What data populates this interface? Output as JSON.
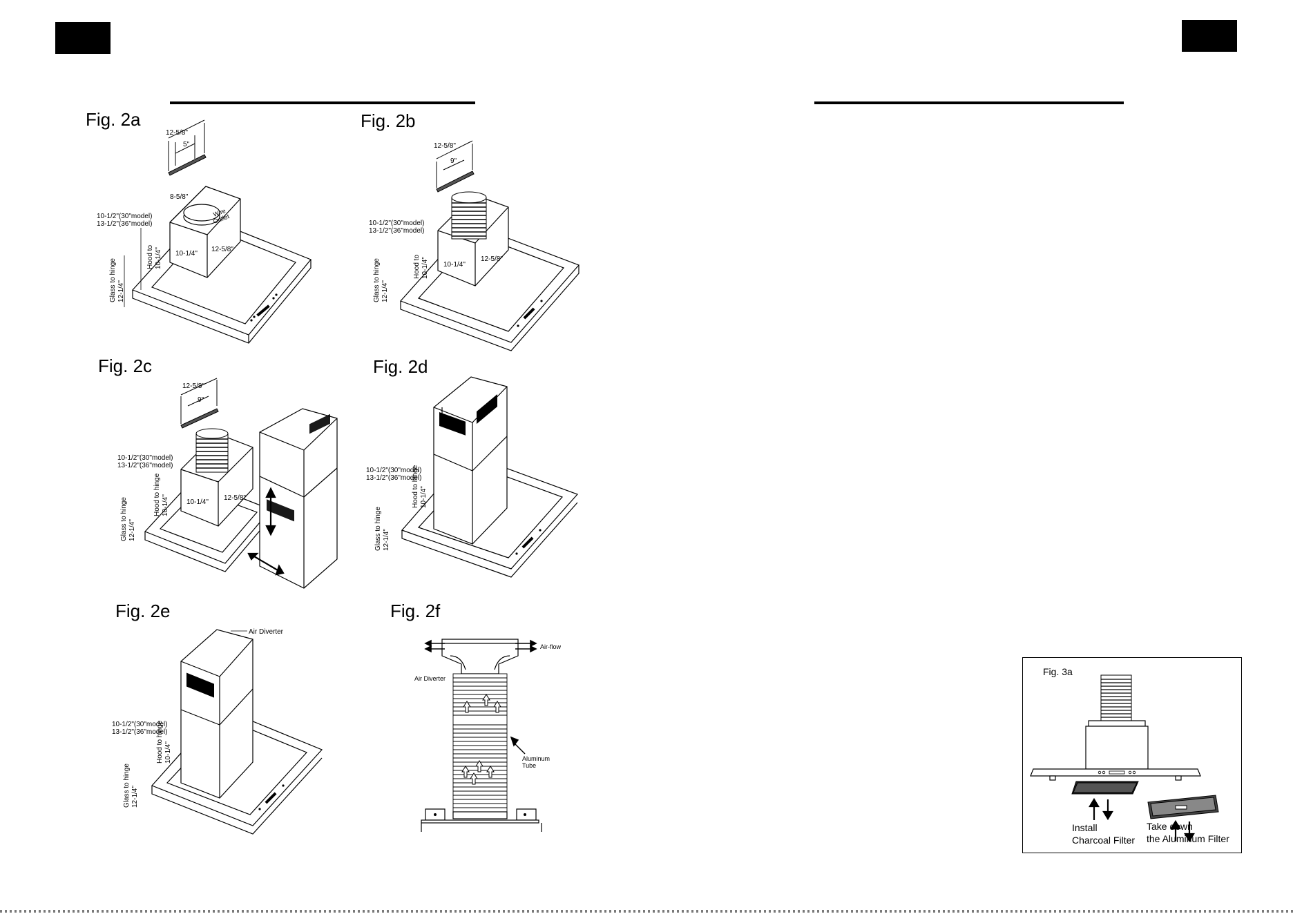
{
  "figures": {
    "fig2a": {
      "title": "Fig. 2a",
      "labels": {
        "top_width": "12-5/8\"",
        "top_inner": "5\"",
        "top_mid": "8-5/8\"",
        "model30": "10-1/2\"(30\"model)",
        "model36": "13-1/2\"(36\"model)",
        "wire_outlet_1": "Wire",
        "wire_outlet_2": "Outlet",
        "front": "10-1/4\"",
        "side": "12-5/8\"",
        "hood_hinge": "Hood to",
        "hood_hinge_val": "10-1/4\"",
        "glass_hinge": "Glass to hinge",
        "glass_hinge_val": "12-1/4\""
      }
    },
    "fig2b": {
      "title": "Fig. 2b",
      "labels": {
        "top_width": "12-5/8\"",
        "top_inner": "9\"",
        "model30": "10-1/2\"(30\"model)",
        "model36": "13-1/2\"(36\"model)",
        "front": "10-1/4\"",
        "side": "12-5/8\"",
        "hood_hinge": "Hood to",
        "hood_hinge_val": "10-1/4\"",
        "glass_hinge": "Glass to hinge",
        "glass_hinge_val": "12-1/4\""
      }
    },
    "fig2c": {
      "title": "Fig. 2c",
      "labels": {
        "top_width": "12-5/8\"",
        "top_inner": "9\"",
        "model30": "10-1/2\"(30\"model)",
        "model36": "13-1/2\"(36\"model)",
        "front": "10-1/4\"",
        "side": "12-5/8\"",
        "hood_hinge": "Hood to hinge",
        "hood_hinge_val": "10-1/4\"",
        "glass_hinge": "Glass to hinge",
        "glass_hinge_val": "12-1/4\""
      }
    },
    "fig2d": {
      "title": "Fig. 2d",
      "labels": {
        "model30": "10-1/2\"(30\"model)",
        "model36": "13-1/2\"(36\"model)",
        "hood_hinge": "Hood to hinge",
        "hood_hinge_val": "10-1/4\"",
        "glass_hinge": "Glass to hinge",
        "glass_hinge_val": "12-1/4\""
      }
    },
    "fig2e": {
      "title": "Fig. 2e",
      "labels": {
        "air_diverter": "Air Diverter",
        "model30": "10-1/2\"(30\"model)",
        "model36": "13-1/2\"(36\"model)",
        "hood_hinge": "Hood to hinge",
        "hood_hinge_val": "10-1/4\"",
        "glass_hinge": "Glass to hinge",
        "glass_hinge_val": "12-1/4\""
      }
    },
    "fig2f": {
      "title": "Fig. 2f",
      "labels": {
        "air_flow": "Air-flow",
        "air_diverter": "Air Diverter",
        "aluminum_1": "Aluminum",
        "aluminum_2": "Tube"
      }
    },
    "fig3a": {
      "title": "Fig. 3a",
      "labels": {
        "install_1": "Install",
        "install_2": "Charcoal Filter",
        "take_1": "Take down",
        "take_2": "the Aluminum Filter"
      }
    }
  }
}
